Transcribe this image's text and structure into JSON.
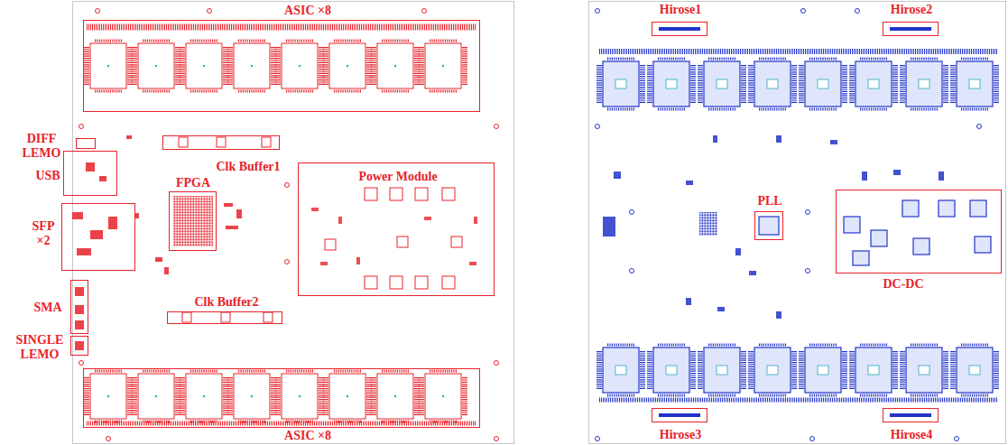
{
  "diagram": {
    "nodes": [
      {
        "text": [
          "ASIC ×8"
        ]
      },
      {
        "text": [
          "DIFF LEMO"
        ]
      },
      {
        "text": [
          "USB"
        ]
      },
      {
        "text": [
          "SFP ×2"
        ]
      },
      {
        "text": [
          "FPGA"
        ]
      },
      {
        "text": [
          "Clk Buffer1"
        ]
      },
      {
        "text": [
          "Power Module"
        ]
      },
      {
        "text": [
          "SMA"
        ]
      },
      {
        "text": [
          "SINGLE LEMO"
        ]
      },
      {
        "text": [
          "Clk Buffer2"
        ]
      },
      {
        "text": [
          "ASIC ×8"
        ]
      },
      {
        "text": [
          "Hirose1"
        ]
      },
      {
        "text": [
          "Hirose2"
        ]
      },
      {
        "text": [
          "PLL"
        ]
      },
      {
        "text": [
          "DC-DC"
        ]
      },
      {
        "text": [
          "Hirose3"
        ]
      },
      {
        "text": [
          "Hirose4"
        ]
      }
    ]
  }
}
